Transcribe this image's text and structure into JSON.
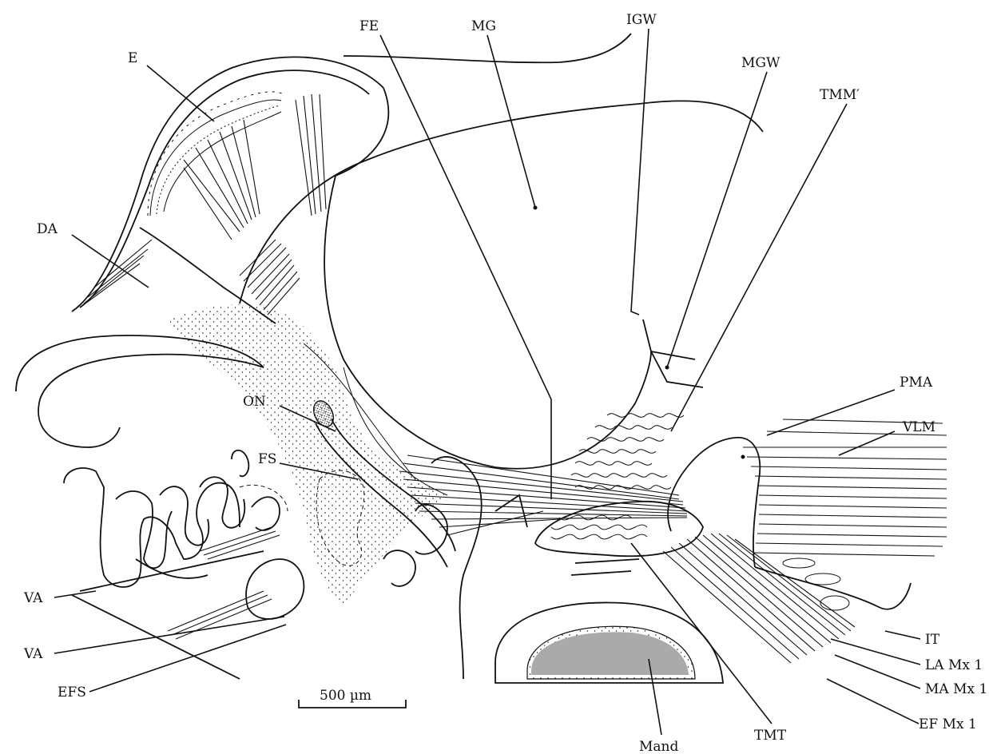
{
  "labels": {
    "E": "E",
    "FE": "FE",
    "MG": "MG",
    "IGW": "IGW",
    "MGW": "MGW",
    "TMM": "TMM′",
    "DA": "DA",
    "ON": "ON",
    "FS": "FS",
    "PMA": "PMA",
    "VLM": "VLM",
    "VA1": "VA",
    "VA2": "VA",
    "EFS": "EFS",
    "IT": "IT",
    "LAMx1": "LA Mx 1",
    "MAMx1": "MA Mx 1",
    "EFMx1": "EF Mx 1",
    "Mand": "Mand",
    "TMT": "TMT"
  },
  "scale_bar": {
    "label": "500 µm"
  }
}
